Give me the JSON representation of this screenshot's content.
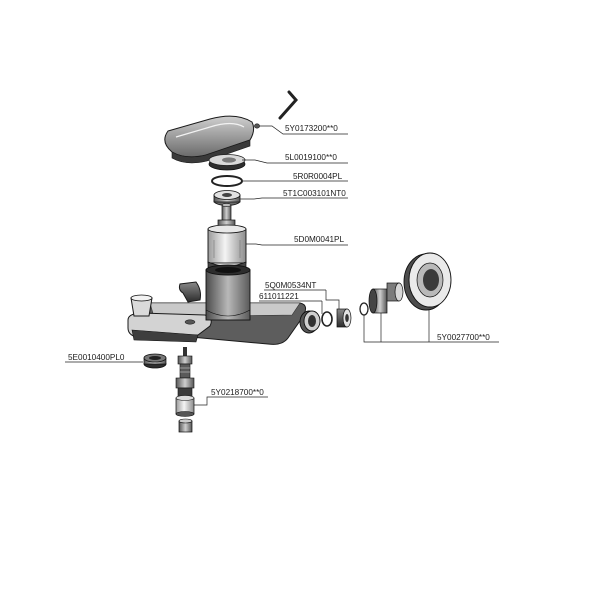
{
  "parts": {
    "p1": "5Y0173200**0",
    "p2": "5L0019100**0",
    "p3": "5R0R0004PL",
    "p4": "5T1C003101NT0",
    "p5": "5D0M0041PL",
    "p6": "5Q0M0534NT",
    "p7": "611011221",
    "p8": "5Y0027700**0",
    "p9": "5E0010400PL0",
    "p10": "5Y0218700**0"
  }
}
